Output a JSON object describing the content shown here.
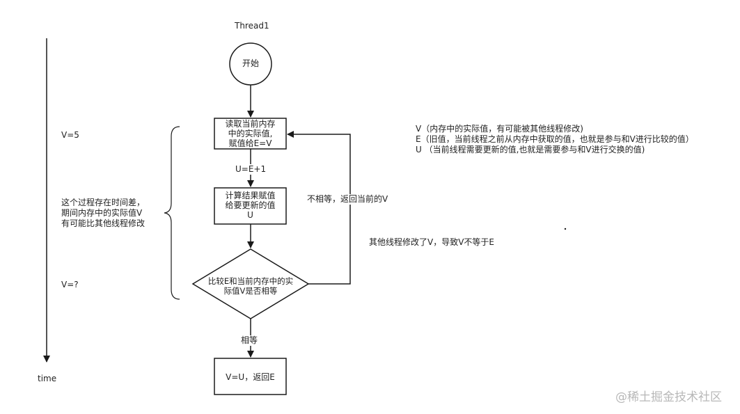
{
  "thread_label": "Thread1",
  "start_label": "开始",
  "time_label": "time",
  "steps": {
    "read_lines": [
      "读取当前内存",
      "中的实际值,",
      "赋值给E=V"
    ],
    "compute_lines": [
      "计算结果赋值",
      "给要更新的值",
      "U"
    ],
    "compare_lines": [
      "比较E和当前内存中的实",
      "际值V是否相等"
    ],
    "result": "V=U，返回E"
  },
  "edges": {
    "assign": "U=E+1",
    "equal": "相等",
    "not_equal": "不相等，返回当前的V"
  },
  "timeline": {
    "v5": "V=5",
    "gap_lines": [
      "这个过程存在时间差，",
      "期间内存中的实际值V",
      "有可能比其他线程修改"
    ],
    "vq": "V=?"
  },
  "note_other_thread": "其他线程修改了V，导致V不等于E",
  "legend": [
    "V（内存中的实际值，有可能被其他线程修改)",
    "E（旧值，当前线程之前从内存中获取的值，也就是参与和V进行比较的值）",
    "U （当前线程需要更新的值,也就是需要参与和V进行交换的值)"
  ],
  "watermark": "@稀土掘金技术社区",
  "colors": {
    "stroke": "#1a1a1a",
    "text": "#222222",
    "watermark": "#b8b8b8"
  },
  "icons": {
    "arrow_head": "arrowhead"
  }
}
